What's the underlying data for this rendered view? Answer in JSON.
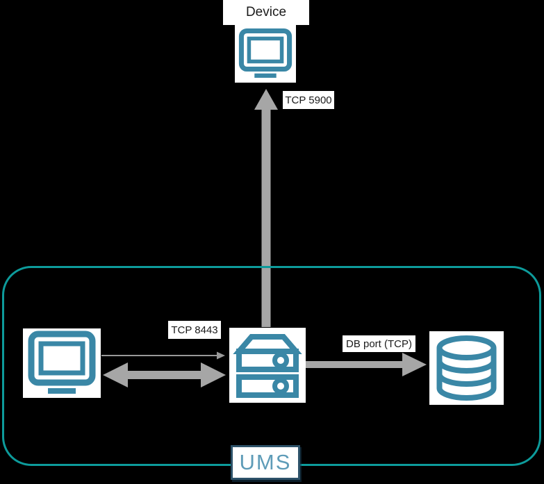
{
  "diagram": {
    "nodes": {
      "device": {
        "label": "Device",
        "icon": "monitor-icon"
      },
      "admin_console": {
        "icon": "monitor-icon"
      },
      "ums_server": {
        "icon": "server-icon"
      },
      "database": {
        "icon": "database-icon"
      }
    },
    "container": {
      "label": "UMS"
    },
    "edges": [
      {
        "id": "server-to-device",
        "label": "TCP 5900",
        "direction": "up",
        "style": "thick-gray-arrow"
      },
      {
        "id": "console-to-server",
        "label": "TCP 8443",
        "direction": "right",
        "style": "thin-gray-arrow"
      },
      {
        "id": "server-console-bidirectional",
        "label": "",
        "direction": "both",
        "style": "thick-gray-double-arrow"
      },
      {
        "id": "server-to-database",
        "label": "DB port (TCP)",
        "direction": "right",
        "style": "thick-gray-arrow"
      }
    ],
    "colors": {
      "background": "#000000",
      "icon_teal": "#3A87A6",
      "boundary_teal": "#0D9B9B",
      "ums_badge_border": "#2D5269",
      "ums_badge_text": "#5E9CB8",
      "arrow_gray": "#A6A6A6",
      "thin_arrow_gray": "#999999",
      "label_background": "#FFFFFF",
      "label_text": "#1A1A1A"
    }
  }
}
